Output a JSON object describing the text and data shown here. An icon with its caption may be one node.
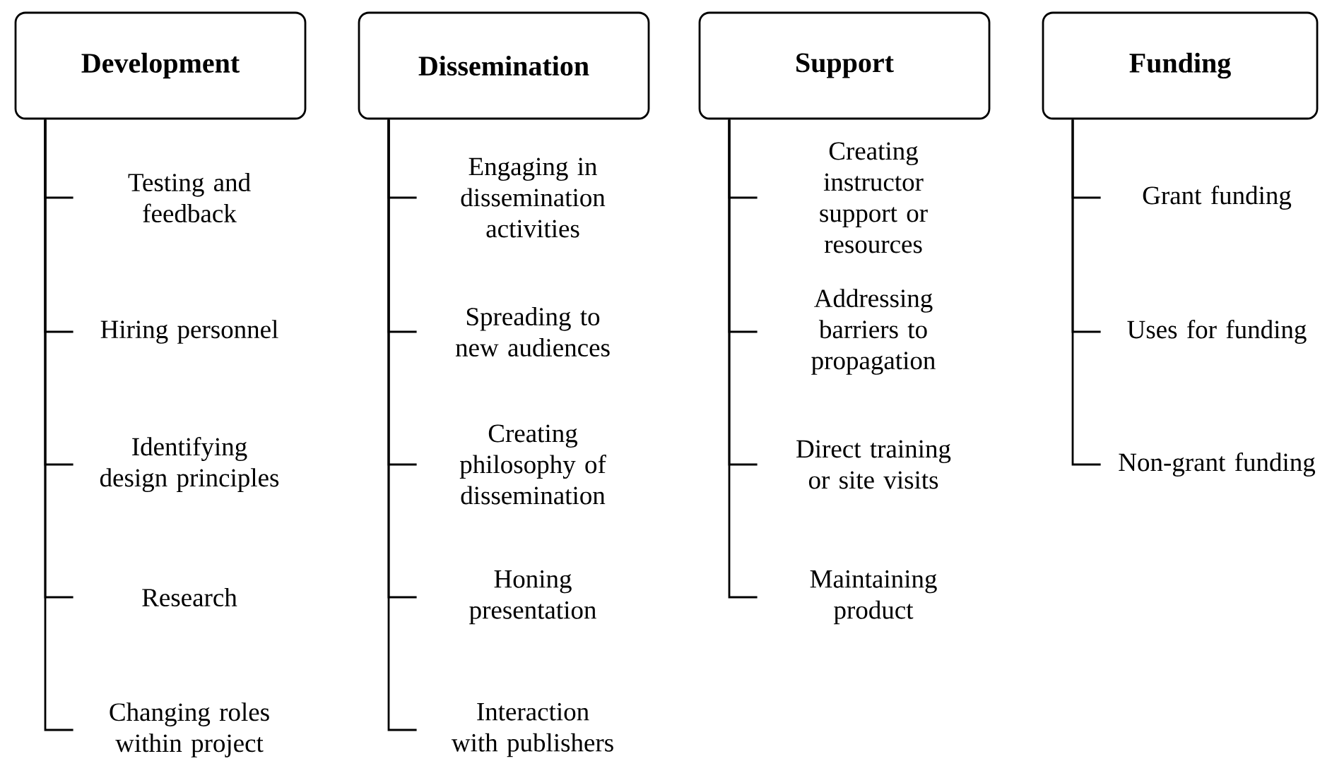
{
  "diagram": {
    "nodes": [
      {
        "text": [
          "Development"
        ]
      },
      {
        "text": [
          "Testing and feedback"
        ]
      },
      {
        "text": [
          "Hiring personnel"
        ]
      },
      {
        "text": [
          "Identifying design principles"
        ]
      },
      {
        "text": [
          "Research"
        ]
      },
      {
        "text": [
          "Changing roles within project"
        ]
      },
      {
        "text": [
          "Dissemination"
        ]
      },
      {
        "text": [
          "Engaging in dissemination activities"
        ]
      },
      {
        "text": [
          "Spreading to new audiences"
        ]
      },
      {
        "text": [
          "Creating philosophy of dissemination"
        ]
      },
      {
        "text": [
          "Honing presentation"
        ]
      },
      {
        "text": [
          "Interaction with publishers"
        ]
      },
      {
        "text": [
          "Support"
        ]
      },
      {
        "text": [
          "Creating instructor support or resources"
        ]
      },
      {
        "text": [
          "Addressing barriers to propagation"
        ]
      },
      {
        "text": [
          "Direct training or site visits"
        ]
      },
      {
        "text": [
          "Maintaining product"
        ]
      },
      {
        "text": [
          "Funding"
        ]
      },
      {
        "text": [
          "Grant funding"
        ]
      },
      {
        "text": [
          "Uses for funding"
        ]
      },
      {
        "text": [
          "Non-grant funding"
        ]
      }
    ],
    "edges": [
      {
        "from": 0,
        "to": 1,
        "arrow": "none"
      },
      {
        "from": 0,
        "to": 2,
        "arrow": "none"
      },
      {
        "from": 0,
        "to": 3,
        "arrow": "none"
      },
      {
        "from": 0,
        "to": 4,
        "arrow": "none"
      },
      {
        "from": 0,
        "to": 5,
        "arrow": "none"
      },
      {
        "from": 6,
        "to": 7,
        "arrow": "none"
      },
      {
        "from": 6,
        "to": 8,
        "arrow": "none"
      },
      {
        "from": 6,
        "to": 9,
        "arrow": "none"
      },
      {
        "from": 6,
        "to": 10,
        "arrow": "none"
      },
      {
        "from": 6,
        "to": 11,
        "arrow": "none"
      },
      {
        "from": 12,
        "to": 13,
        "arrow": "none"
      },
      {
        "from": 12,
        "to": 14,
        "arrow": "none"
      },
      {
        "from": 12,
        "to": 15,
        "arrow": "none"
      },
      {
        "from": 12,
        "to": 16,
        "arrow": "none"
      },
      {
        "from": 17,
        "to": 18,
        "arrow": "none"
      },
      {
        "from": 17,
        "to": 19,
        "arrow": "none"
      },
      {
        "from": 17,
        "to": 20,
        "arrow": "none"
      }
    ]
  }
}
